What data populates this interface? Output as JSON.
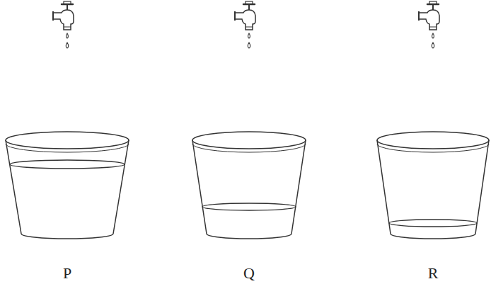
{
  "diagram": {
    "labels": [
      "P",
      "Q",
      "R"
    ]
  }
}
